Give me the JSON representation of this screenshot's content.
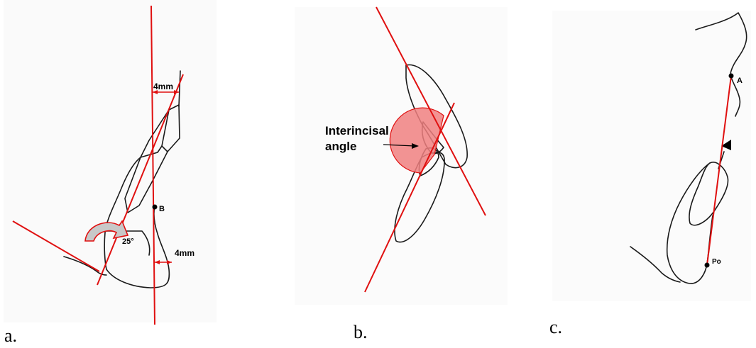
{
  "panel_a": {
    "caption": "a.",
    "label_top": "4mm",
    "label_point": "B",
    "label_angle": "25°",
    "label_bottom": "4mm"
  },
  "panel_b": {
    "caption": "b.",
    "label_line1": "Interincisal",
    "label_line2": "angle"
  },
  "panel_c": {
    "caption": "c.",
    "label_a": "A",
    "label_po": "Po"
  },
  "colors": {
    "line": "#e01010",
    "angle_fill": "#f08080",
    "arrow_fill": "#c8c8c8",
    "outline": "#1a1a1a"
  }
}
